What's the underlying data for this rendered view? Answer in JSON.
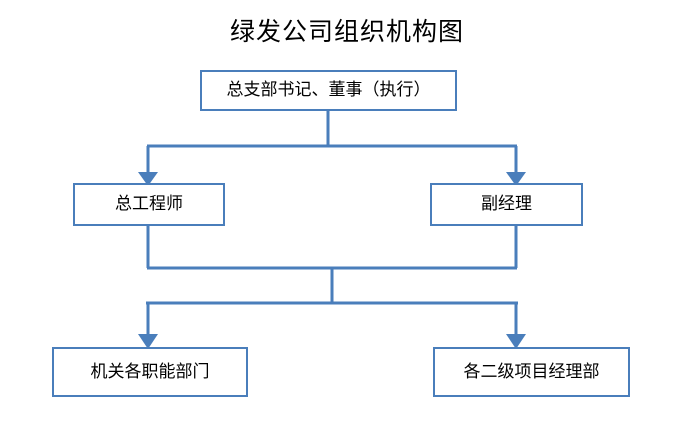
{
  "chart": {
    "title": "绿发公司组织机构图",
    "type": "organizational-chart",
    "accent_color": "#4a7ebb",
    "box_fill_color": "#ffffff",
    "text_color": "#000000",
    "background_color": "#ffffff"
  },
  "nodes": {
    "top": {
      "id": "general-branch-secretary-director",
      "label": "总支部书记、董事（执行）",
      "level": 1
    },
    "chief_engineer": {
      "id": "chief-engineer",
      "label": "总工程师",
      "level": 2
    },
    "deputy_manager": {
      "id": "deputy-manager",
      "label": "副经理",
      "level": 2
    },
    "functional_departments": {
      "id": "functional-departments",
      "label": "机关各职能部门",
      "level": 3
    },
    "project_departments": {
      "id": "secondary-project-departments",
      "label": "各二级项目经理部",
      "level": 3
    }
  },
  "edges": [
    {
      "from": "top",
      "to": "chief_engineer",
      "arrow": true
    },
    {
      "from": "top",
      "to": "deputy_manager",
      "arrow": true
    },
    {
      "from": "chief_engineer",
      "to": "functional_departments",
      "arrow": true
    },
    {
      "from": "chief_engineer",
      "to": "project_departments",
      "arrow": true
    },
    {
      "from": "deputy_manager",
      "to": "functional_departments",
      "arrow": true
    },
    {
      "from": "deputy_manager",
      "to": "project_departments",
      "arrow": true
    }
  ]
}
